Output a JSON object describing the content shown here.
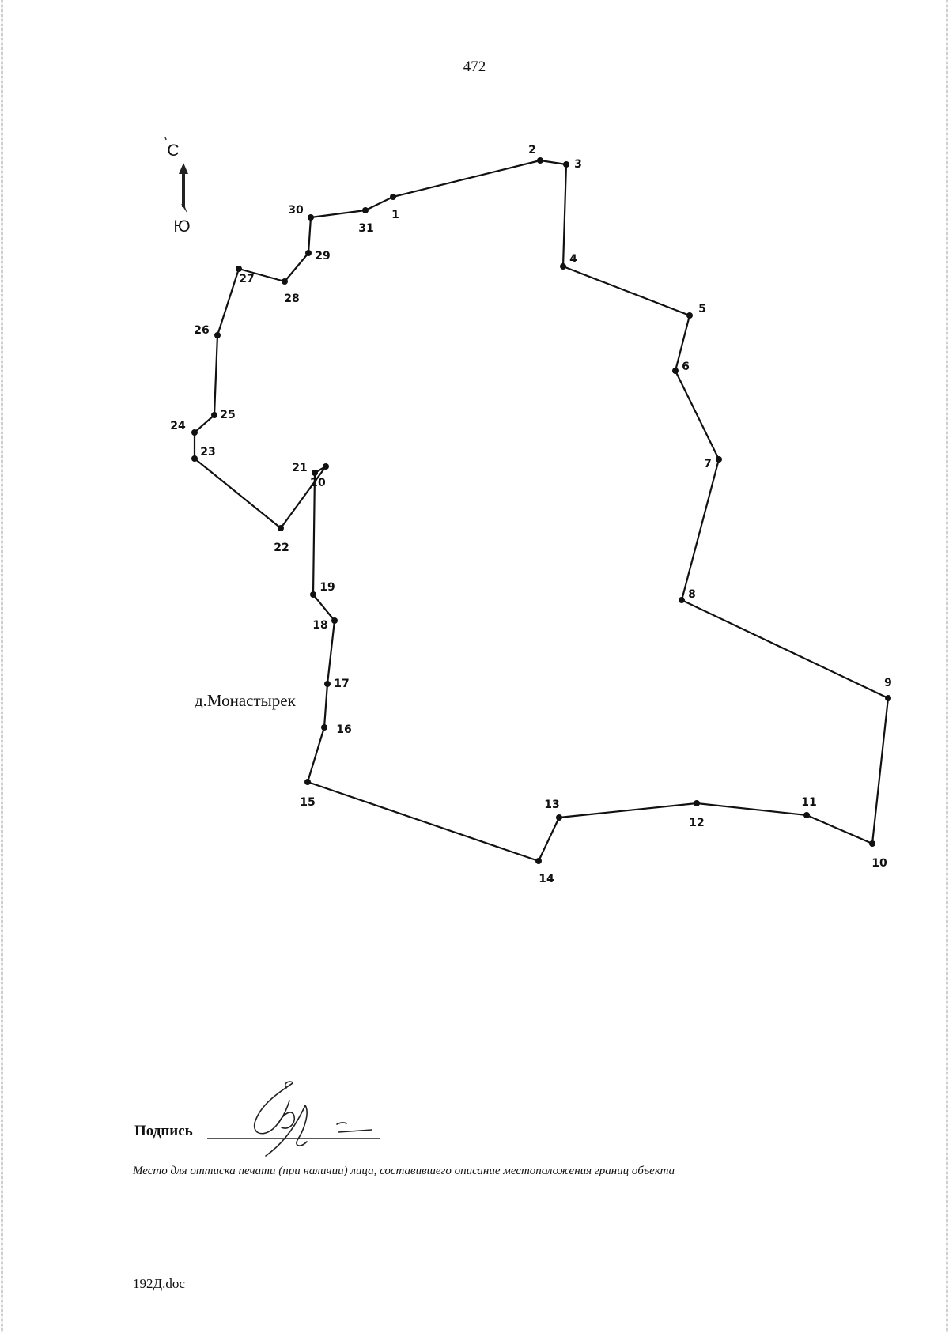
{
  "page_number": "472",
  "compass": {
    "north": "С",
    "south": "Ю",
    "icon": "north-south-arrow-icon"
  },
  "village_name": "д.Монастырек",
  "signature": {
    "label": "Подпись",
    "icon": "handwritten-signature"
  },
  "stamp_note": "Место для оттиска печати (при наличии) лица, составившего описание местоположения границ объекта",
  "file_name": "192Д.doc",
  "boundary_points": [
    {
      "label": "1"
    },
    {
      "label": "2"
    },
    {
      "label": "3"
    },
    {
      "label": "4"
    },
    {
      "label": "5"
    },
    {
      "label": "6"
    },
    {
      "label": "7"
    },
    {
      "label": "8"
    },
    {
      "label": "9"
    },
    {
      "label": "10"
    },
    {
      "label": "11"
    },
    {
      "label": "12"
    },
    {
      "label": "13"
    },
    {
      "label": "14"
    },
    {
      "label": "15"
    },
    {
      "label": "16"
    },
    {
      "label": "17"
    },
    {
      "label": "18"
    },
    {
      "label": "19"
    },
    {
      "label": "20"
    },
    {
      "label": "21"
    },
    {
      "label": "22"
    },
    {
      "label": "23"
    },
    {
      "label": "24"
    },
    {
      "label": "25"
    },
    {
      "label": "26"
    },
    {
      "label": "27"
    },
    {
      "label": "28"
    },
    {
      "label": "29"
    },
    {
      "label": "30"
    },
    {
      "label": "31"
    }
  ]
}
